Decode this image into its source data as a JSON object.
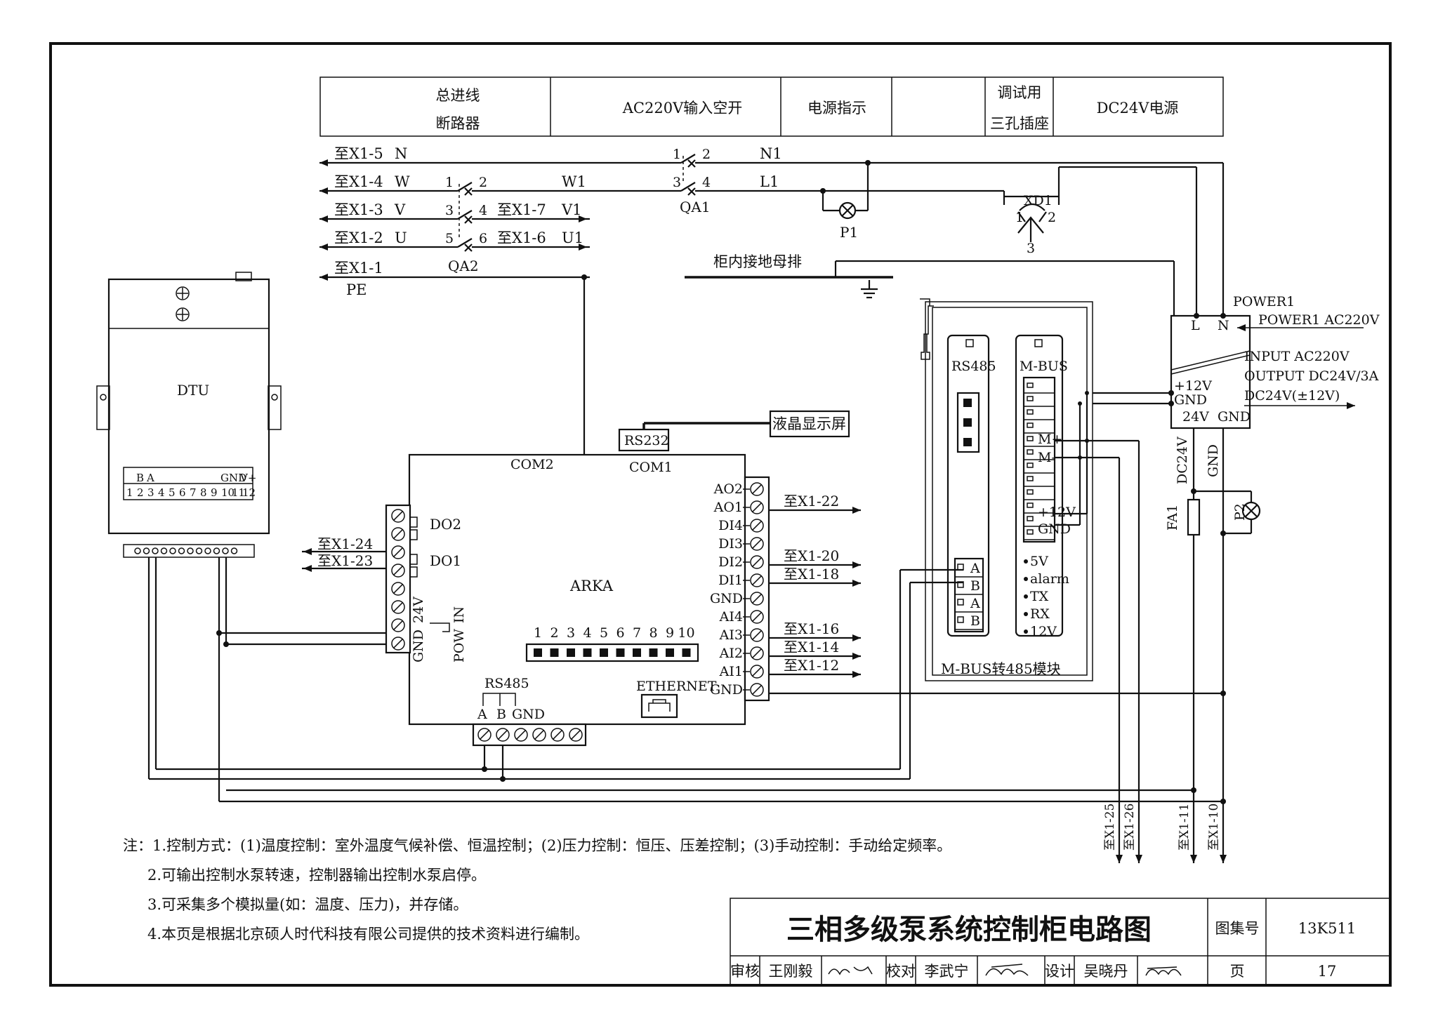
{
  "header": {
    "cells": [
      {
        "lines": [
          "总进线",
          "断路器"
        ]
      },
      {
        "lines": [
          "AC220V输入空开"
        ]
      },
      {
        "lines": [
          "电源指示"
        ]
      },
      {
        "lines": [
          ""
        ]
      },
      {
        "lines": [
          "调试用",
          "三孔插座"
        ]
      },
      {
        "lines": [
          "DC24V电源"
        ]
      }
    ]
  },
  "terminals_left": [
    "至X1-5",
    "至X1-4",
    "至X1-3",
    "至X1-2",
    "至X1-1"
  ],
  "phases_left": [
    "N",
    "W",
    "V",
    "U",
    "PE"
  ],
  "qa2": {
    "label": "QA2",
    "pins": [
      "1",
      "2",
      "3",
      "4",
      "5",
      "6"
    ],
    "out_terms": [
      "至X1-7",
      "至X1-6"
    ],
    "out_phases": [
      "W1",
      "V1",
      "U1"
    ]
  },
  "qa1": {
    "label": "QA1",
    "pins": [
      "1",
      "2",
      "3",
      "4"
    ],
    "out_phases": [
      "N1",
      "L1"
    ]
  },
  "p1": "P1",
  "xd1": {
    "label": "XD1",
    "pins": [
      "1",
      "2",
      "3"
    ]
  },
  "ground_bus": "柜内接地母排",
  "dtu": {
    "label": "DTU",
    "pins_top": [
      "B",
      "A",
      "GND",
      "V+"
    ],
    "pins_num": [
      "1",
      "2",
      "3",
      "4",
      "5",
      "6",
      "7",
      "8",
      "9",
      "10",
      "11",
      "12"
    ]
  },
  "rs232": "RS232",
  "lcd": "液晶显示屏",
  "arka": {
    "label": "ARKA",
    "com2": "COM2",
    "com1": "COM1",
    "left_do": [
      "DO2",
      "DO1"
    ],
    "left_terms": [
      "至X1-24",
      "至X1-23"
    ],
    "pow_labels": [
      "24V",
      "IN",
      "GND",
      "POW"
    ],
    "right_pins": [
      "AO2",
      "AO1",
      "DI4",
      "DI3",
      "DI2",
      "DI1",
      "GND",
      "AI4",
      "AI3",
      "AI2",
      "AI1",
      "GND"
    ],
    "right_terms": [
      "至X1-22",
      "至X1-20",
      "至X1-18",
      "至X1-16",
      "至X1-14",
      "至X1-12"
    ],
    "dip_numbers": [
      "1",
      "2",
      "3",
      "4",
      "5",
      "6",
      "7",
      "8",
      "9",
      "10"
    ],
    "rs485": "RS485",
    "rs485_pins": [
      "A",
      "B",
      "GND"
    ],
    "ethernet": "ETHERNET"
  },
  "mbus_module": {
    "label": "M-BUS转485模块",
    "rs485": "RS485",
    "mbus": "M-BUS",
    "mbus_pins": [
      "M+",
      "M-",
      "+12V",
      "GND"
    ],
    "ab_pins": [
      "A",
      "B",
      "A",
      "B"
    ],
    "leds": [
      "5V",
      "alarm",
      "TX",
      "RX",
      "12V"
    ]
  },
  "power": {
    "power1": "POWER1",
    "power1_ac": "POWER1 AC220V",
    "input": "INPUT AC220V",
    "output": "OUTPUT DC24V/3A",
    "dc": "DC24V(±12V)",
    "pins": [
      "L",
      "N",
      "+12V",
      "GND",
      "24V",
      "GND"
    ],
    "vert_labels": [
      "DC24V",
      "GND"
    ]
  },
  "fa1": "FA1",
  "p2": "P2",
  "bottom_terms": [
    "至X1-25",
    "至X1-26",
    "至X1-11",
    "至X1-10"
  ],
  "notes": [
    "注：1.控制方式：(1)温度控制：室外温度气候补偿、恒温控制；(2)压力控制：恒压、压差控制；(3)手动控制：手动给定频率。",
    "2.可输出控制水泵转速，控制器输出控制水泵启停。",
    "3.可采集多个模拟量(如：温度、压力)，并存储。",
    "4.本页是根据北京硕人时代科技有限公司提供的技术资料进行编制。"
  ],
  "title_block": {
    "title": "三相多级泵系统控制柜电路图",
    "atlas_label": "图集号",
    "atlas_no": "13K511",
    "review_label": "审核",
    "reviewer": "王刚毅",
    "check_label": "校对",
    "checker": "李武宁",
    "design_label": "设计",
    "designer": "吴晓丹",
    "page_label": "页",
    "page_no": "17"
  }
}
